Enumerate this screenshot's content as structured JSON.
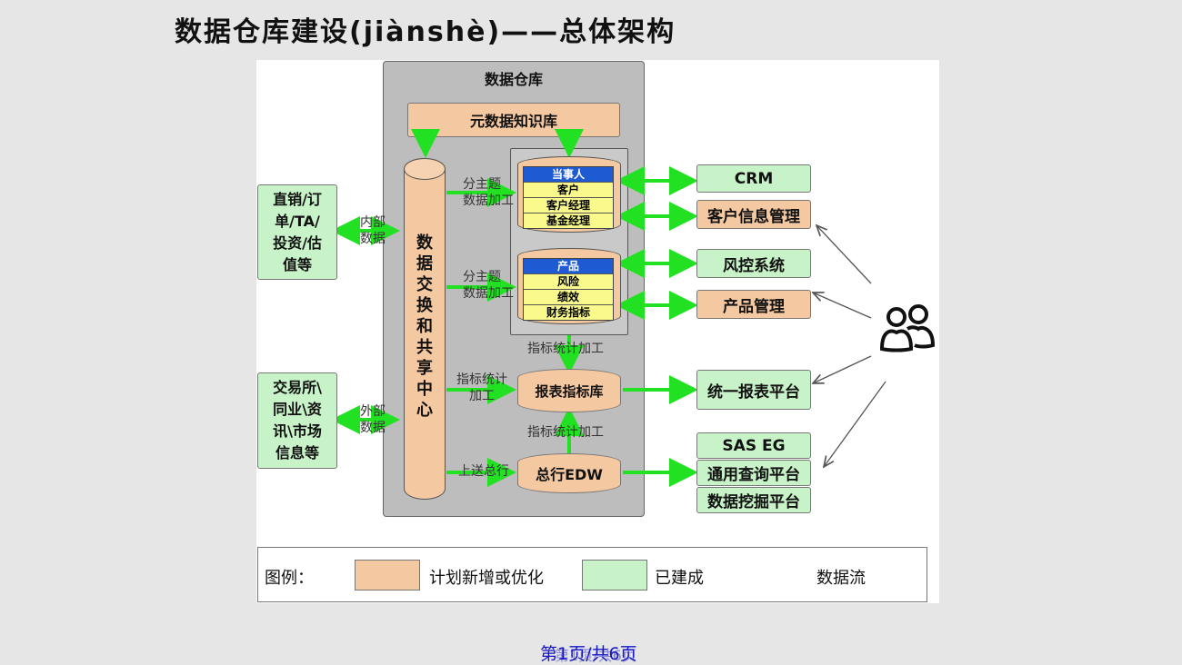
{
  "slide": {
    "title": "数据仓库建设(jiànshè)——总体架构",
    "footer": "第1页/共6页",
    "footer_ghost": "第1页/共6页"
  },
  "diagram": {
    "warehouse_label": "数据仓库",
    "metadata_repo": "元数据知识库",
    "exchange_center": "数据交换和共享中心",
    "source_direct": "直销/订单/TA/投资/估值等",
    "source_direct_lines": [
      "直销/订",
      "单/TA/",
      "投资/估",
      "值等"
    ],
    "source_external_lines": [
      "交易所\\",
      "同业\\资",
      "讯\\市场",
      "信息等"
    ],
    "internal_data": [
      "内部",
      "数据"
    ],
    "external_data": [
      "外部",
      "数据"
    ],
    "subject_processing_1": [
      "分主题",
      "数据加工"
    ],
    "subject_processing_2": [
      "分主题",
      "数据加工"
    ],
    "party_db": {
      "header": "当事人",
      "rows": [
        "客户",
        "客户经理",
        "基金经理"
      ]
    },
    "product_db": {
      "header": "产品",
      "rows": [
        "风险",
        "绩效",
        "财务指标"
      ]
    },
    "indicator_proc_1": "指标统计加工",
    "indicator_proc_2": [
      "指标统计",
      "加工"
    ],
    "indicator_proc_3": "指标统计加工",
    "report_db": "报表指标库",
    "upload_hq": "上送总行",
    "edw_db": "总行EDW",
    "apps": {
      "crm": "CRM",
      "customer_info": "客户信息管理",
      "risk_control": "风控系统",
      "product_mgmt": "产品管理",
      "report_platform": "统一报表平台",
      "sas_eg": "SAS EG",
      "query_platform": "通用查询平台",
      "mining_platform": "数据挖掘平台"
    },
    "legend": {
      "label": "图例：",
      "planned": "计划新增或优化",
      "built": "已建成",
      "flow": "数据流"
    }
  },
  "colors": {
    "built_green": "#c8f2c8",
    "planned_orange": "#f4c8a0",
    "flow_arrow": "#22e022",
    "db_header_blue": "#1e5ad2",
    "db_row_yellow": "#fafa8c"
  }
}
